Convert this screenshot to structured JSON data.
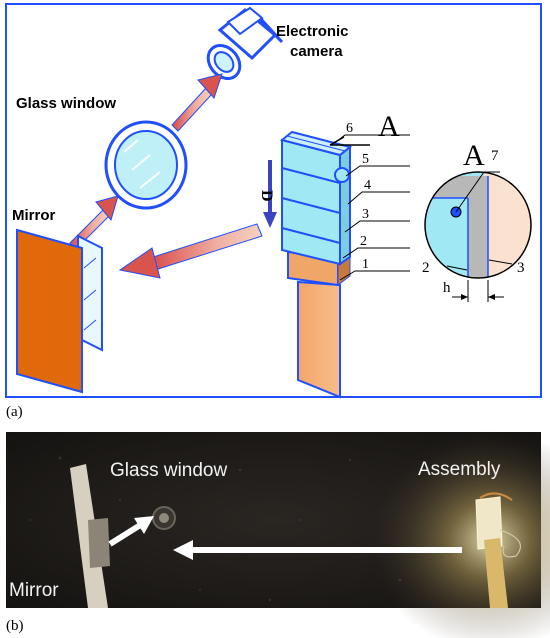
{
  "panel_a": {
    "caption": "(a)",
    "labels": {
      "camera_line1": "Electronic",
      "camera_line2": "camera",
      "glass_window": "Glass window",
      "mirror": "Mirror",
      "direction": "D",
      "section": "A",
      "section_detail": "A",
      "h": "h"
    },
    "callouts": [
      "1",
      "2",
      "3",
      "4",
      "5",
      "6"
    ],
    "detail_callouts": [
      "7",
      "2",
      "3"
    ]
  },
  "panel_b": {
    "caption": "(b)",
    "labels": {
      "glass_window": "Glass window",
      "assembly": "Assembly",
      "mirror": "Mirror"
    }
  },
  "colors": {
    "frame_blue": "#1f4fff",
    "mirror_orange": "#e0690a",
    "glass_cyan": "#9fe8f4",
    "beam_pink": "#e98a8a",
    "plate_orange": "#f3a66a"
  }
}
